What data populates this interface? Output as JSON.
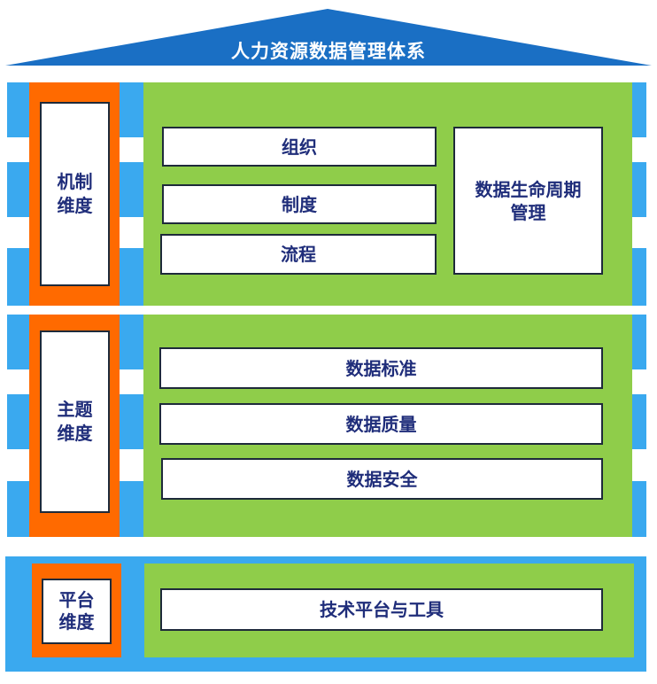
{
  "title": "人力资源数据管理体系",
  "colors": {
    "roof": "#1a6fc4",
    "stripe_blue": "#3aa9ef",
    "dimension_orange": "#ff6a00",
    "content_green": "#8fcd4a",
    "text_navy": "#1f2d7a",
    "box_border": "#1e2a3a"
  },
  "layers": [
    {
      "dimension": {
        "line1": "机制",
        "line2": "维度"
      },
      "items": [
        "组织",
        "制度",
        "流程"
      ],
      "side_item": {
        "line1": "数据生命周期",
        "line2": "管理"
      }
    },
    {
      "dimension": {
        "line1": "主题",
        "line2": "维度"
      },
      "items": [
        "数据标准",
        "数据质量",
        "数据安全"
      ]
    },
    {
      "dimension": {
        "line1": "平台",
        "line2": "维度"
      },
      "items": [
        "技术平台与工具"
      ]
    }
  ]
}
